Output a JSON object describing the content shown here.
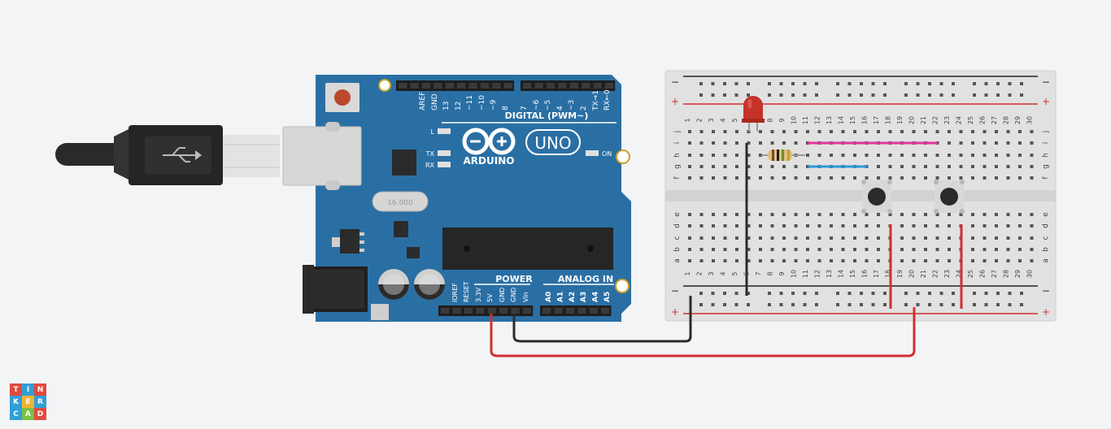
{
  "arduino": {
    "brand": "ARDUINO",
    "model": "UNO",
    "digital_label": "DIGITAL (PWM~)",
    "power_label": "POWER",
    "analog_label": "ANALOG IN",
    "on_label": "ON",
    "led_l": "L",
    "led_tx": "TX",
    "led_rx": "RX",
    "crystal_label": "16.000",
    "digital_pins": [
      "AREF",
      "GND",
      "13",
      "12",
      "~11",
      "~10",
      "~9",
      "8",
      "7",
      "~6",
      "~5",
      "4",
      "~3",
      "2",
      "TX→1",
      "RX←0"
    ],
    "power_pins": [
      "IOREF",
      "RESET",
      "3.3V",
      "5V",
      "GND",
      "GND",
      "Vin"
    ],
    "analog_pins": [
      "A0",
      "A1",
      "A2",
      "A3",
      "A4",
      "A5"
    ],
    "board_color": "#2a6fa4"
  },
  "breadboard": {
    "col_numbers": [
      "1",
      "2",
      "3",
      "4",
      "5",
      "6",
      "7",
      "8",
      "9",
      "10",
      "11",
      "12",
      "13",
      "14",
      "15",
      "16",
      "17",
      "18",
      "19",
      "20",
      "21",
      "22",
      "23",
      "24",
      "25",
      "26",
      "27",
      "28",
      "29",
      "30"
    ],
    "top_rows": [
      "j",
      "i",
      "h",
      "g",
      "f"
    ],
    "bottom_rows": [
      "e",
      "d",
      "c",
      "b",
      "a"
    ],
    "rail_minus": "−",
    "rail_plus": "+"
  },
  "wire_colors": {
    "red": "#d32f2f",
    "black": "#2b2b2b",
    "magenta": "#e0359b",
    "blue": "#2a9ad8"
  },
  "logo": [
    "T",
    "I",
    "N",
    "K",
    "E",
    "R",
    "C",
    "A",
    "D"
  ]
}
